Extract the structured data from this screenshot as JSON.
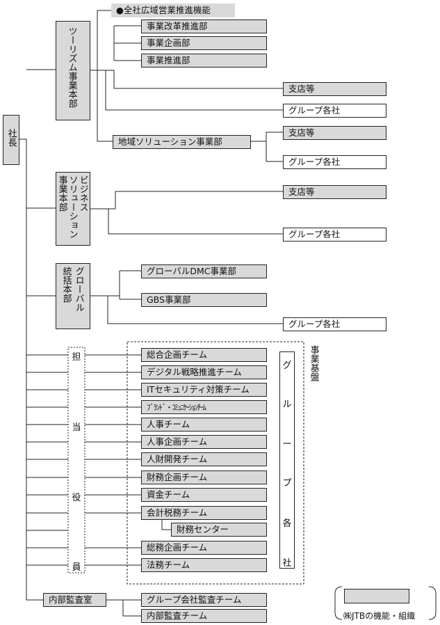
{
  "president": "社長",
  "headquarters": {
    "tourism": "ツーリズム事業本部",
    "business_solution": [
      "ビジネス",
      "ソリューション",
      "事業本部"
    ],
    "global": [
      "グローバル",
      "統括本部"
    ]
  },
  "tourism_units": {
    "wide_area": "●全社広域営業推進機能",
    "reform": "事業改革推進部",
    "planning": "事業企画部",
    "promotion": "事業推進部",
    "branches": "支店等",
    "group_companies": "グループ各社",
    "regional": "地域ソリューション事業部",
    "regional_branches": "支店等",
    "regional_group": "グループ各社"
  },
  "business_units": {
    "branches": "支店等",
    "group_companies": "グループ各社"
  },
  "global_units": {
    "dmc": "グローバルDMC事業部",
    "gbs": "GBS事業部",
    "group_companies": "グループ各社"
  },
  "officer": [
    "担",
    "当",
    "役",
    "員"
  ],
  "teams": [
    "総合企画チーム",
    "デジタル戦略推進チーム",
    "ITセキュリティ対策チーム",
    "ﾌﾞﾗﾝﾄﾞ・ｺﾐｭﾆｹｰｼｮﾝﾁｰﾑ",
    "人事チーム",
    "人事企画チーム",
    "人財開発チーム",
    "財務企画チーム",
    "資金チーム",
    "会計税務チーム",
    "総務企画チーム",
    "法務チーム"
  ],
  "finance_center": "財務センター",
  "business_platform": "事業基盤",
  "group_vertical": [
    "グ",
    "ル",
    "ー",
    "プ",
    "各",
    "社"
  ],
  "audit": {
    "office": "内部監査室",
    "group_audit": "グループ会社監査チーム",
    "internal_audit": "内部監査チーム"
  },
  "legend": "㈱JTBの機能・組織"
}
